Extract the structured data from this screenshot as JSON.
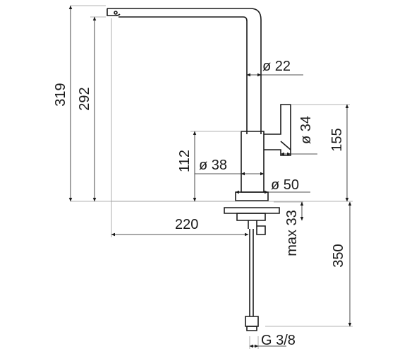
{
  "dimensions": {
    "total_height": "319",
    "spout_height": "292",
    "pipe_diameter": "ø 22",
    "handle_diameter": "ø 34",
    "handle_height": "155",
    "body_height": "112",
    "body_diameter": "ø 38",
    "base_diameter": "ø 50",
    "spout_reach": "220",
    "deck_thickness": "max 33",
    "hose_length": "350",
    "thread": "G 3/8"
  },
  "colors": {
    "stroke": "#1a1a1a",
    "extension": "#9a9a9a"
  }
}
